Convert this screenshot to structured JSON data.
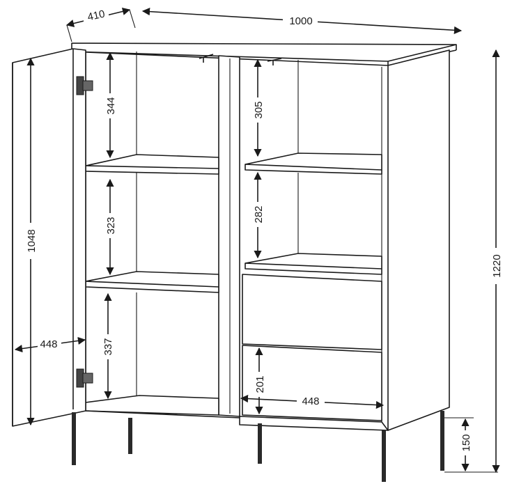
{
  "diagram": {
    "dimensions": {
      "top_depth": "410",
      "top_width": "1000",
      "total_height": "1220",
      "leg_height": "150",
      "door_height": "1048",
      "door_width": "448",
      "left_shelf_1": "344",
      "left_shelf_2": "323",
      "left_shelf_3": "337",
      "right_shelf_1": "305",
      "right_shelf_2": "282",
      "drawer_height": "201",
      "right_inner_width": "448"
    }
  }
}
